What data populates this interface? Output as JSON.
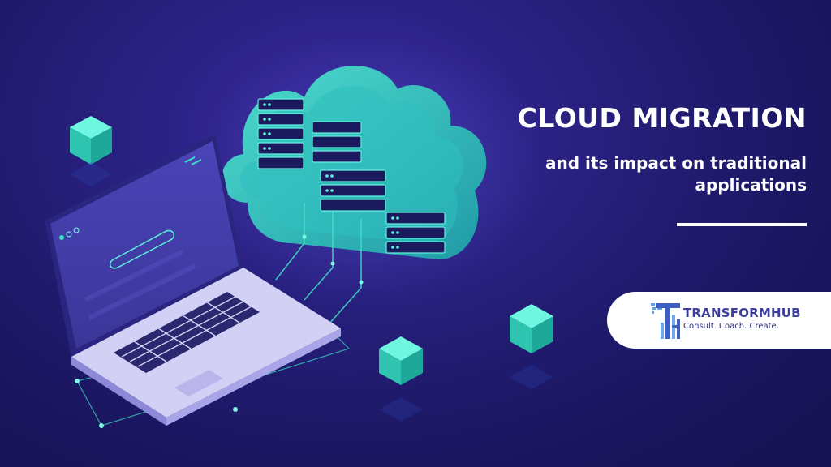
{
  "headline": "CLOUD MIGRATION",
  "subhead": "and its impact on traditional applications",
  "logo": {
    "name": "TRANSFORMHUB",
    "tagline": "Consult. Coach. Create."
  },
  "colors": {
    "background": "#221c78",
    "accent": "#3ee0c4",
    "laptop_screen": "#3c3aa4",
    "laptop_keyboard": "#d2d0f4"
  },
  "icons": [
    "laptop-illustration",
    "cloud-server-illustration",
    "cube-icon",
    "transformhub-logo-mark"
  ]
}
